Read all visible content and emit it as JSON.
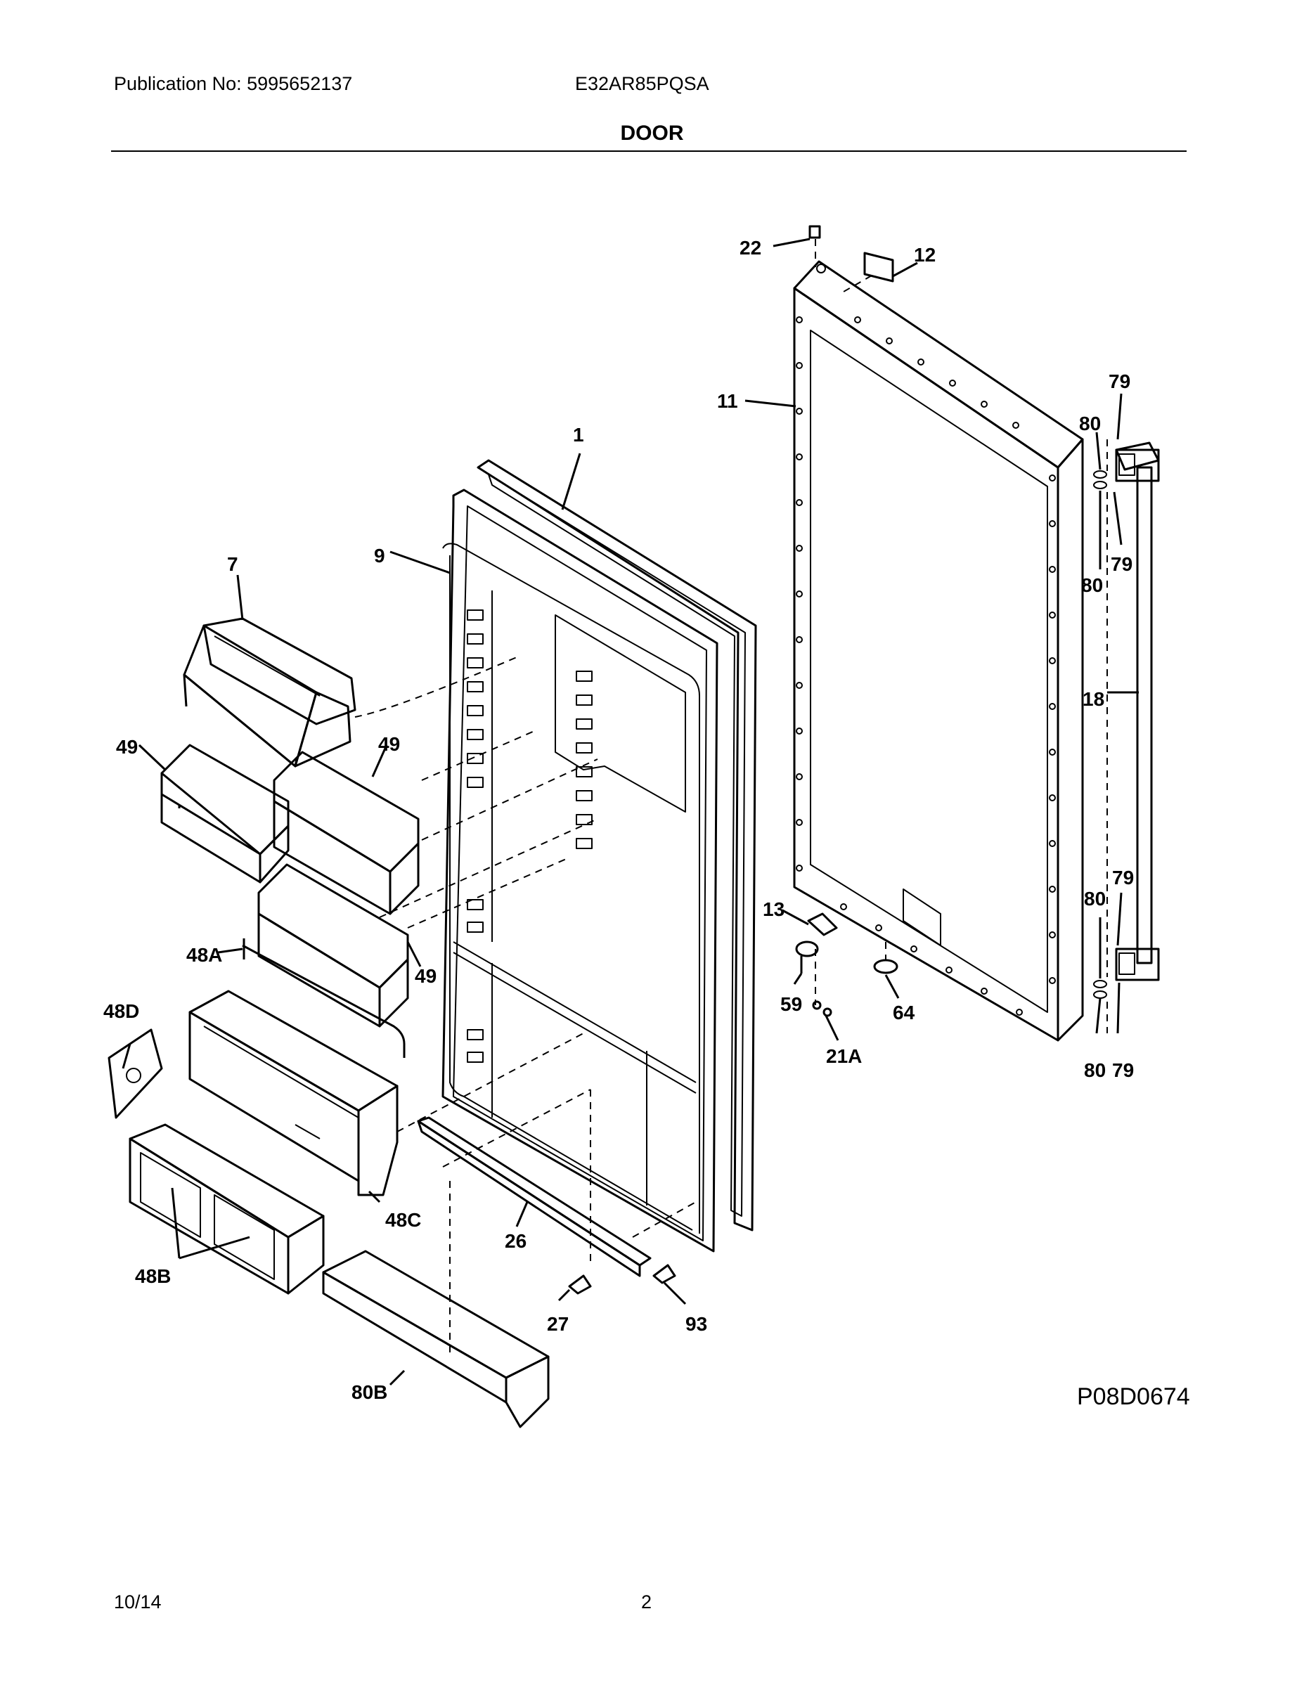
{
  "header": {
    "publication": "Publication No: 5995652137",
    "model": "E32AR85PQSA",
    "section": "DOOR"
  },
  "diagram": {
    "figure_code": "P08D0674",
    "callouts": [
      {
        "id": "c22",
        "text": "22"
      },
      {
        "id": "c12",
        "text": "12"
      },
      {
        "id": "c79a",
        "text": "79"
      },
      {
        "id": "c11",
        "text": "11"
      },
      {
        "id": "c80a",
        "text": "80"
      },
      {
        "id": "c1",
        "text": "1"
      },
      {
        "id": "c79b",
        "text": "79"
      },
      {
        "id": "c80b",
        "text": "80"
      },
      {
        "id": "c7",
        "text": "7"
      },
      {
        "id": "c9",
        "text": "9"
      },
      {
        "id": "c18",
        "text": "18"
      },
      {
        "id": "c49a",
        "text": "49"
      },
      {
        "id": "c49b",
        "text": "49"
      },
      {
        "id": "c79c",
        "text": "79"
      },
      {
        "id": "c80c",
        "text": "80"
      },
      {
        "id": "c13",
        "text": "13"
      },
      {
        "id": "c48a",
        "text": "48A"
      },
      {
        "id": "c49c",
        "text": "49"
      },
      {
        "id": "c59",
        "text": "59"
      },
      {
        "id": "c64",
        "text": "64"
      },
      {
        "id": "c48d",
        "text": "48D"
      },
      {
        "id": "c21a",
        "text": "21A"
      },
      {
        "id": "c80d",
        "text": "80"
      },
      {
        "id": "c79d",
        "text": "79"
      },
      {
        "id": "c48c",
        "text": "48C"
      },
      {
        "id": "c26",
        "text": "26"
      },
      {
        "id": "c48b",
        "text": "48B"
      },
      {
        "id": "c27",
        "text": "27"
      },
      {
        "id": "c93",
        "text": "93"
      },
      {
        "id": "c80b2",
        "text": "80B"
      }
    ]
  },
  "footer": {
    "date": "10/14",
    "page": "2"
  }
}
